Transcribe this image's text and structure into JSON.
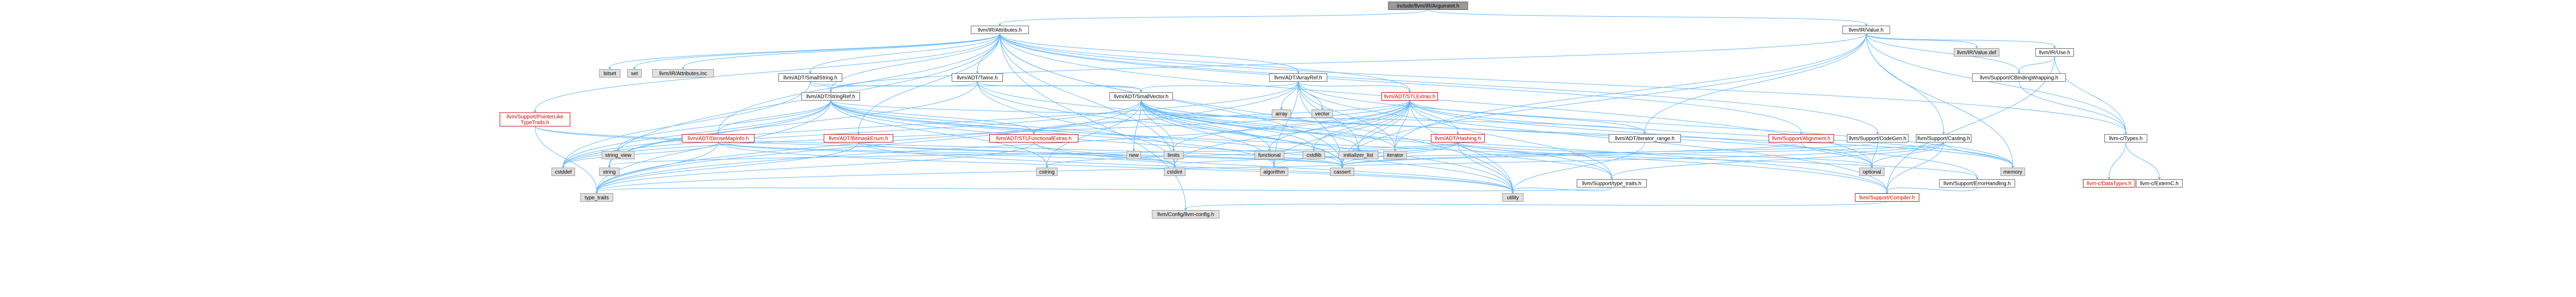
{
  "colors": {
    "edge": "#63b8ff",
    "normal_border": "#666666",
    "red_border": "#cc0000",
    "gray_fill": "#e0e0e0",
    "root_fill": "#999999"
  },
  "nodes": [
    {
      "id": "root",
      "label": "include/llvm/IR/Argument.h",
      "kind": "root"
    },
    {
      "id": "attributes",
      "label": "llvm/IR/Attributes.h",
      "kind": "normal"
    },
    {
      "id": "value",
      "label": "llvm/IR/Value.h",
      "kind": "normal"
    },
    {
      "id": "bitset",
      "label": "bitset",
      "kind": "gray"
    },
    {
      "id": "set",
      "label": "set",
      "kind": "gray"
    },
    {
      "id": "attributes_inc",
      "label": "llvm/IR/Attributes.inc",
      "kind": "gray"
    },
    {
      "id": "smallstring",
      "label": "llvm/ADT/SmallString.h",
      "kind": "normal"
    },
    {
      "id": "twine",
      "label": "llvm/ADT/Twine.h",
      "kind": "normal"
    },
    {
      "id": "arrayref",
      "label": "llvm/ADT/ArrayRef.h",
      "kind": "normal"
    },
    {
      "id": "stringref",
      "label": "llvm/ADT/StringRef.h",
      "kind": "normal"
    },
    {
      "id": "smallvector",
      "label": "llvm/ADT/SmallVector.h",
      "kind": "normal"
    },
    {
      "id": "stlextras",
      "label": "llvm/ADT/STLExtras.h",
      "kind": "red"
    },
    {
      "id": "array",
      "label": "array",
      "kind": "gray"
    },
    {
      "id": "vector",
      "label": "vector",
      "kind": "gray"
    },
    {
      "id": "pointerlike",
      "label": "llvm/Support/PointerLike\nTypeTraits.h",
      "kind": "red"
    },
    {
      "id": "densemapinfo",
      "label": "llvm/ADT/DenseMapInfo.h",
      "kind": "red"
    },
    {
      "id": "bitmaskenum",
      "label": "llvm/ADT/BitmaskEnum.h",
      "kind": "red"
    },
    {
      "id": "stlfunctional",
      "label": "llvm/ADT/STLFunctionalExtras.h",
      "kind": "red"
    },
    {
      "id": "hashing",
      "label": "llvm/ADT/Hashing.h",
      "kind": "red"
    },
    {
      "id": "iterator_range",
      "label": "llvm/ADT/iterator_range.h",
      "kind": "normal"
    },
    {
      "id": "alignment",
      "label": "llvm/Support/Alignment.h",
      "kind": "red"
    },
    {
      "id": "codegen",
      "label": "llvm/Support/CodeGen.h",
      "kind": "normal"
    },
    {
      "id": "value_def",
      "label": "llvm/IR/Value.def",
      "kind": "gray"
    },
    {
      "id": "use",
      "label": "llvm/IR/Use.h",
      "kind": "normal"
    },
    {
      "id": "cbinding",
      "label": "llvm/Support/CBindingWrapping.h",
      "kind": "normal"
    },
    {
      "id": "casting",
      "label": "llvm/Support/Casting.h",
      "kind": "normal"
    },
    {
      "id": "ctypes",
      "label": "llvm-c/Types.h",
      "kind": "normal"
    },
    {
      "id": "string_view",
      "label": "string_view",
      "kind": "gray"
    },
    {
      "id": "new",
      "label": "new",
      "kind": "gray"
    },
    {
      "id": "limits",
      "label": "limits",
      "kind": "gray"
    },
    {
      "id": "functional",
      "label": "functional",
      "kind": "gray"
    },
    {
      "id": "cstdlib",
      "label": "cstdlib",
      "kind": "gray"
    },
    {
      "id": "initializer_list",
      "label": "initializer_list",
      "kind": "gray"
    },
    {
      "id": "iterator",
      "label": "iterator",
      "kind": "gray"
    },
    {
      "id": "cstddef",
      "label": "cstddef",
      "kind": "gray"
    },
    {
      "id": "string",
      "label": "string",
      "kind": "gray"
    },
    {
      "id": "cstring",
      "label": "cstring",
      "kind": "gray"
    },
    {
      "id": "cstdint",
      "label": "cstdint",
      "kind": "gray"
    },
    {
      "id": "algorithm",
      "label": "algorithm",
      "kind": "gray"
    },
    {
      "id": "cassert",
      "label": "cassert",
      "kind": "gray"
    },
    {
      "id": "optional",
      "label": "optional",
      "kind": "gray"
    },
    {
      "id": "memory",
      "label": "memory",
      "kind": "gray"
    },
    {
      "id": "type_traits_h",
      "label": "llvm/Support/type_traits.h",
      "kind": "normal"
    },
    {
      "id": "errorhandling",
      "label": "llvm/Support/ErrorHandling.h",
      "kind": "normal"
    },
    {
      "id": "datatypes",
      "label": "llvm-c/DataTypes.h",
      "kind": "red"
    },
    {
      "id": "externc",
      "label": "llvm-c/ExternC.h",
      "kind": "normal"
    },
    {
      "id": "type_traits",
      "label": "type_traits",
      "kind": "gray"
    },
    {
      "id": "utility",
      "label": "utility",
      "kind": "gray"
    },
    {
      "id": "compiler",
      "label": "llvm/Support/Compiler.h",
      "kind": "red"
    },
    {
      "id": "config",
      "label": "llvm/Config/llvm-config.h",
      "kind": "gray"
    }
  ],
  "edges": [
    [
      "root",
      "attributes"
    ],
    [
      "root",
      "value"
    ],
    [
      "attributes",
      "bitset"
    ],
    [
      "attributes",
      "set"
    ],
    [
      "attributes",
      "attributes_inc"
    ],
    [
      "attributes",
      "smallstring"
    ],
    [
      "attributes",
      "twine"
    ],
    [
      "attributes",
      "arrayref"
    ],
    [
      "attributes",
      "stringref"
    ],
    [
      "attributes",
      "pointerlike"
    ],
    [
      "attributes",
      "densemapinfo"
    ],
    [
      "attributes",
      "bitmaskenum"
    ],
    [
      "attributes",
      "stlextras"
    ],
    [
      "attributes",
      "alignment"
    ],
    [
      "attributes",
      "codegen"
    ],
    [
      "attributes",
      "ctypes"
    ],
    [
      "attributes",
      "cassert"
    ],
    [
      "attributes",
      "optional"
    ],
    [
      "attributes",
      "string"
    ],
    [
      "attributes",
      "utility"
    ],
    [
      "attributes",
      "config"
    ],
    [
      "attributes",
      "cstdint"
    ],
    [
      "smallstring",
      "stringref"
    ],
    [
      "smallstring",
      "smallvector"
    ],
    [
      "smallstring",
      "cstddef"
    ],
    [
      "twine",
      "smallvector"
    ],
    [
      "twine",
      "stringref"
    ],
    [
      "twine",
      "errorhandling"
    ],
    [
      "twine",
      "cassert"
    ],
    [
      "twine",
      "cstdint"
    ],
    [
      "twine",
      "string"
    ],
    [
      "arrayref",
      "smallvector"
    ],
    [
      "arrayref",
      "stlextras"
    ],
    [
      "arrayref",
      "array"
    ],
    [
      "arrayref",
      "vector"
    ],
    [
      "arrayref",
      "compiler"
    ],
    [
      "arrayref",
      "algorithm"
    ],
    [
      "arrayref",
      "cassert"
    ],
    [
      "arrayref",
      "cstddef"
    ],
    [
      "arrayref",
      "initializer_list"
    ],
    [
      "arrayref",
      "iterator"
    ],
    [
      "arrayref",
      "memory"
    ],
    [
      "arrayref",
      "type_traits"
    ],
    [
      "stringref",
      "densemapinfo"
    ],
    [
      "stringref",
      "stlfunctional"
    ],
    [
      "stringref",
      "iterator_range"
    ],
    [
      "stringref",
      "compiler"
    ],
    [
      "stringref",
      "algorithm"
    ],
    [
      "stringref",
      "cassert"
    ],
    [
      "stringref",
      "cstddef"
    ],
    [
      "stringref",
      "cstring"
    ],
    [
      "stringref",
      "limits"
    ],
    [
      "stringref",
      "string"
    ],
    [
      "stringref",
      "string_view"
    ],
    [
      "stringref",
      "type_traits"
    ],
    [
      "stringref",
      "utility"
    ],
    [
      "smallvector",
      "compiler"
    ],
    [
      "smallvector",
      "type_traits_h"
    ],
    [
      "smallvector",
      "algorithm"
    ],
    [
      "smallvector",
      "cassert"
    ],
    [
      "smallvector",
      "cstddef"
    ],
    [
      "smallvector",
      "cstdlib"
    ],
    [
      "smallvector",
      "cstring"
    ],
    [
      "smallvector",
      "functional"
    ],
    [
      "smallvector",
      "initializer_list"
    ],
    [
      "smallvector",
      "iterator"
    ],
    [
      "smallvector",
      "limits"
    ],
    [
      "smallvector",
      "memory"
    ],
    [
      "smallvector",
      "new"
    ],
    [
      "smallvector",
      "type_traits"
    ],
    [
      "smallvector",
      "utility"
    ],
    [
      "stlextras",
      "hashing"
    ],
    [
      "stlextras",
      "stlfunctional"
    ],
    [
      "stlextras",
      "iterator_range"
    ],
    [
      "stlextras",
      "type_traits_h"
    ],
    [
      "stlextras",
      "algorithm"
    ],
    [
      "stlextras",
      "cassert"
    ],
    [
      "stlextras",
      "cstddef"
    ],
    [
      "stlextras",
      "cstdint"
    ],
    [
      "stlextras",
      "cstdlib"
    ],
    [
      "stlextras",
      "functional"
    ],
    [
      "stlextras",
      "initializer_list"
    ],
    [
      "stlextras",
      "iterator"
    ],
    [
      "stlextras",
      "limits"
    ],
    [
      "stlextras",
      "memory"
    ],
    [
      "stlextras",
      "optional"
    ],
    [
      "stlextras",
      "tuple_like_utility"
    ],
    [
      "stlextras",
      "type_traits"
    ],
    [
      "stlextras",
      "utility"
    ],
    [
      "pointerlike",
      "type_traits"
    ],
    [
      "pointerlike",
      "cassert"
    ],
    [
      "pointerlike",
      "cstdint"
    ],
    [
      "densemapinfo",
      "cassert"
    ],
    [
      "densemapinfo",
      "cstddef"
    ],
    [
      "densemapinfo",
      "cstdint"
    ],
    [
      "densemapinfo",
      "type_traits"
    ],
    [
      "densemapinfo",
      "utility"
    ],
    [
      "bitmaskenum",
      "cassert"
    ],
    [
      "bitmaskenum",
      "type_traits"
    ],
    [
      "bitmaskenum",
      "utility"
    ],
    [
      "stlfunctional",
      "cstdint"
    ],
    [
      "stlfunctional",
      "type_traits"
    ],
    [
      "stlfunctional",
      "utility"
    ],
    [
      "hashing",
      "errorhandling"
    ],
    [
      "hashing",
      "type_traits_h"
    ],
    [
      "hashing",
      "algorithm"
    ],
    [
      "hashing",
      "cassert"
    ],
    [
      "hashing",
      "cstring"
    ],
    [
      "hashing",
      "optional"
    ],
    [
      "hashing",
      "string"
    ],
    [
      "hashing",
      "tuple"
    ],
    [
      "hashing",
      "utility"
    ],
    [
      "iterator_range",
      "utility"
    ],
    [
      "alignment",
      "cassert"
    ],
    [
      "alignment",
      "optional"
    ],
    [
      "codegen",
      "cstdint"
    ],
    [
      "codegen",
      "optional"
    ],
    [
      "value",
      "value_def"
    ],
    [
      "value",
      "use"
    ],
    [
      "value",
      "cbinding"
    ],
    [
      "value",
      "casting"
    ],
    [
      "value",
      "ctypes"
    ],
    [
      "value",
      "iterator_range"
    ],
    [
      "value",
      "stringref"
    ],
    [
      "value",
      "cassert"
    ],
    [
      "value",
      "iterator"
    ],
    [
      "value",
      "memory"
    ],
    [
      "use",
      "cbinding"
    ],
    [
      "use",
      "ctypes"
    ],
    [
      "use",
      "compiler"
    ],
    [
      "cbinding",
      "ctypes"
    ],
    [
      "casting",
      "compiler"
    ],
    [
      "casting",
      "type_traits_h"
    ],
    [
      "casting",
      "cassert"
    ],
    [
      "casting",
      "memory"
    ],
    [
      "casting",
      "optional"
    ],
    [
      "casting",
      "type_traits"
    ],
    [
      "type_traits_h",
      "utility"
    ],
    [
      "type_traits_h",
      "type_traits"
    ],
    [
      "errorhandling",
      "compiler"
    ],
    [
      "ctypes",
      "datatypes"
    ],
    [
      "ctypes",
      "externc"
    ],
    [
      "compiler",
      "config"
    ]
  ]
}
